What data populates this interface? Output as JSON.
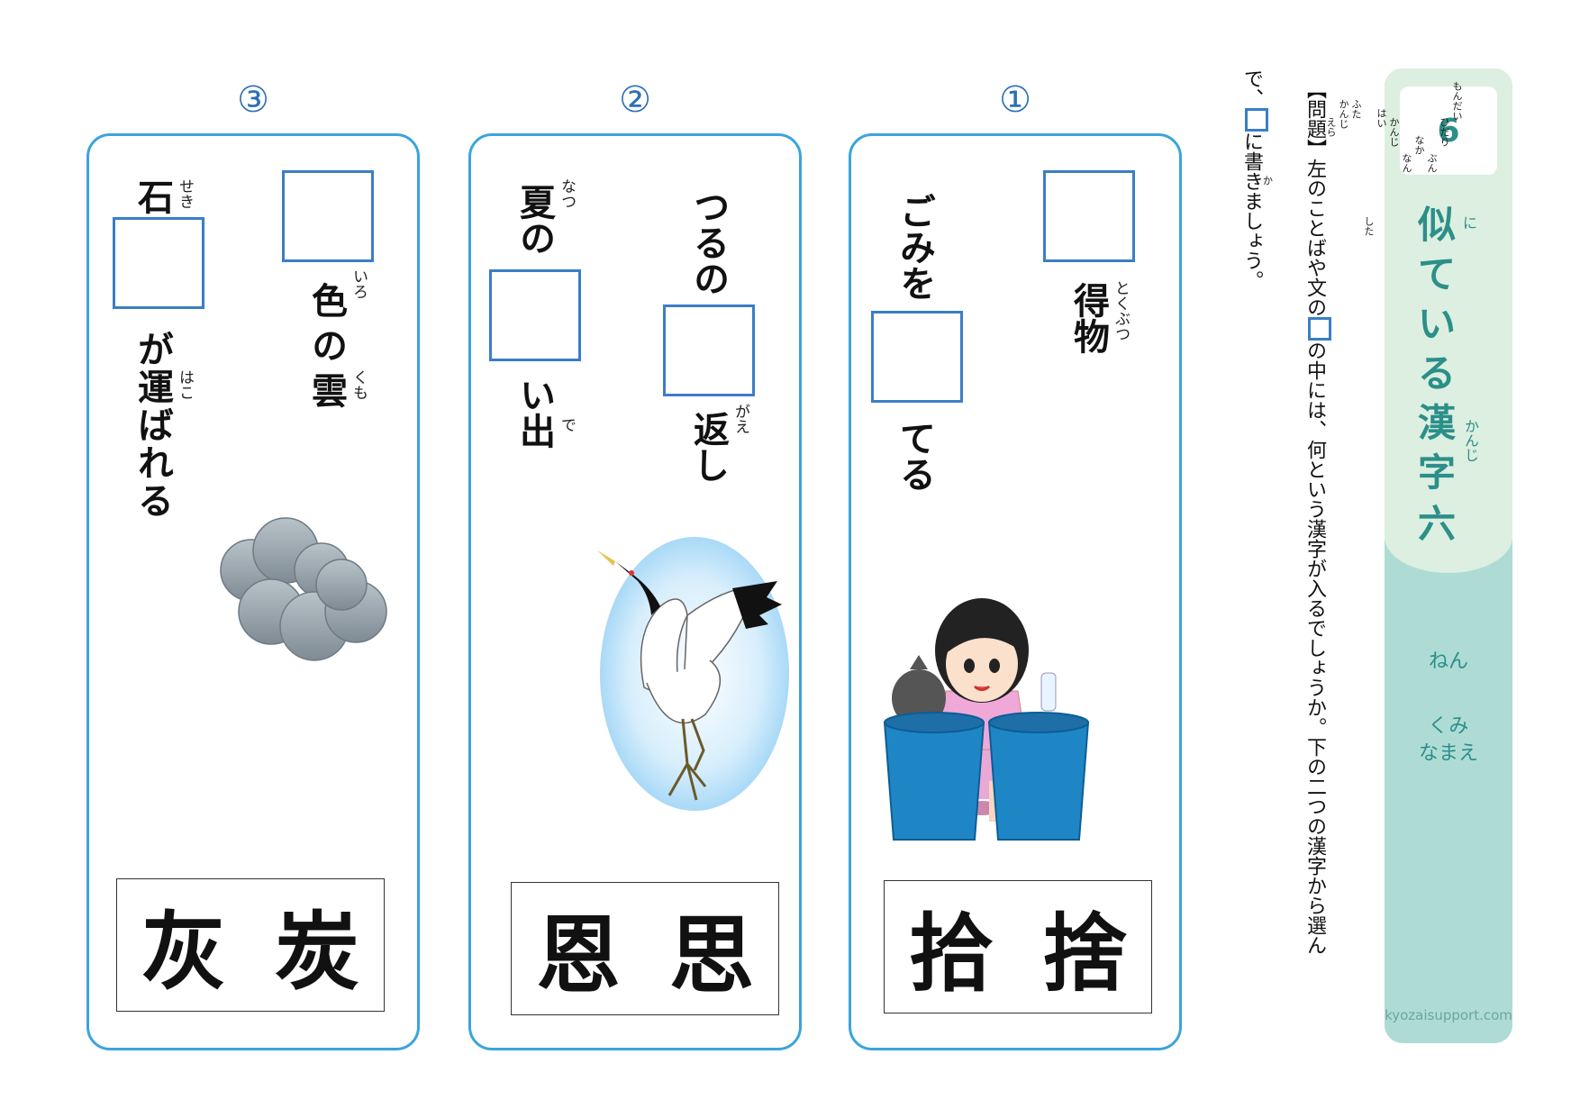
{
  "header": {
    "number": "6",
    "title_chars": [
      "似",
      "て",
      "い",
      "る",
      "漢",
      "字",
      "六"
    ],
    "ruby_ni": "に",
    "ruby_kanji": "かんじ",
    "year_label": "ねん",
    "class_label": "くみ",
    "name_label": "なまえ",
    "site": "kyozaisupport.com"
  },
  "instruction": {
    "part1": "【問題】左のことばや文の",
    "part2": "の中には、何という漢字が入るでしょうか。下の二つの漢字から選ん",
    "part3": "で、",
    "part4": "に書きましょう。",
    "ruby_mondai": "もんだい",
    "ruby_hidari": "ひだり",
    "ruby_bun": "ぶん",
    "ruby_naka": "なか",
    "ruby_nan": "なん",
    "ruby_kanji1": "かんじ",
    "ruby_hai": "はい",
    "ruby_shita": "した",
    "ruby_futa": "ふた",
    "ruby_kanji2": "かんじ",
    "ruby_era": "えら",
    "ruby_ka": "か"
  },
  "problems": [
    {
      "number": "①",
      "line1": "得物",
      "line1_ruby": "とくぶつ",
      "line2_a": "ごみを",
      "line2_b": "てる",
      "choices": [
        "拾",
        "捨"
      ],
      "illustration": "girl-with-trash-cans"
    },
    {
      "number": "②",
      "line1_a": "つるの",
      "line1_b": "返し",
      "line1_ruby": "がえ",
      "line2_a": "夏の",
      "line2_ruby_a": "なつ",
      "line2_b": "い出",
      "line2_ruby_b": "で",
      "choices": [
        "恩",
        "思"
      ],
      "illustration": "crane"
    },
    {
      "number": "③",
      "line1_b": "色の雲",
      "line1_ruby_a": "いろ",
      "line1_ruby_b": "くも",
      "line2_a": "石",
      "line2_ruby_a": "せき",
      "line2_b": "が運ばれる",
      "line2_ruby_b": "はこ",
      "choices": [
        "灰",
        "炭"
      ],
      "illustration": "gray-cloud"
    }
  ],
  "colors": {
    "panel_border": "#3ba4dc",
    "answer_box": "#3a7ec6",
    "header_top": "#dcefe0",
    "header_bottom": "#aedcd5",
    "accent": "#2c8f89"
  }
}
